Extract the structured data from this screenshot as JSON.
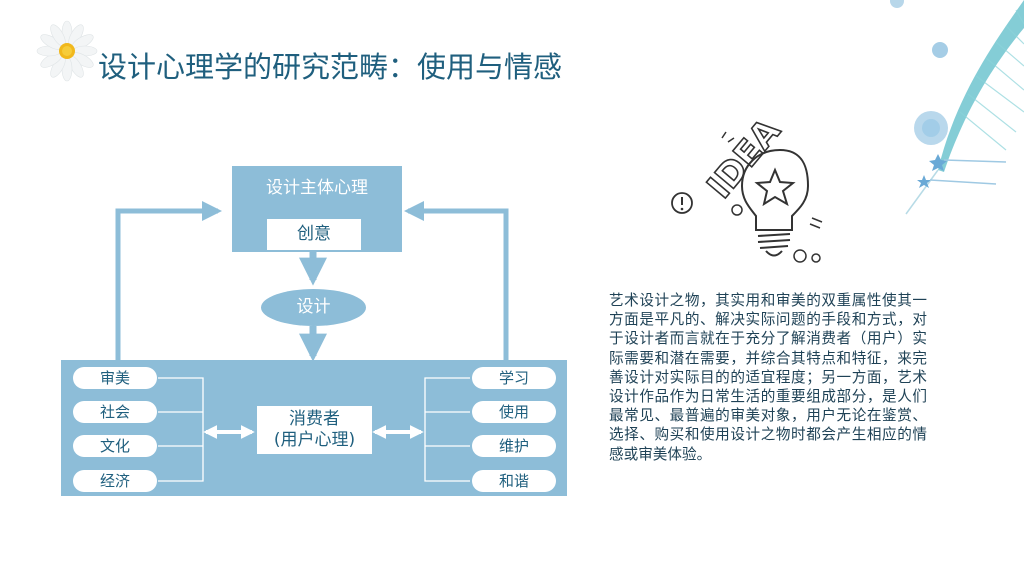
{
  "title": "设计心理学的研究范畴：使用与情感",
  "diagram": {
    "top_box": {
      "label": "设计主体心理",
      "inner": "创意"
    },
    "ellipse": "设计",
    "center": {
      "line1": "消费者",
      "line2": "(用户心理)"
    },
    "left_items": [
      "审美",
      "社会",
      "文化",
      "经济"
    ],
    "right_items": [
      "学习",
      "使用",
      "维护",
      "和谐"
    ]
  },
  "illustration": {
    "word": "IDEA"
  },
  "paragraph": "艺术设计之物，其实用和审美的双重属性使其一方面是平凡的、解决实际问题的手段和方式，对于设计者而言就在于充分了解消费者（用户）实际需要和潜在需要，并综合其特点和特征，来完善设计对实际目的的适宜程度；另一方面，艺术设计作品作为日常生活的重要组成部分，是人们最常见、最普遍的审美对象，用户无论在鉴赏、选择、购买和使用设计之物时都会产生相应的情感或审美体验。",
  "colors": {
    "box": "#8dbdd8",
    "title": "#1f5f7e",
    "arrow": "#8dbdd8"
  }
}
